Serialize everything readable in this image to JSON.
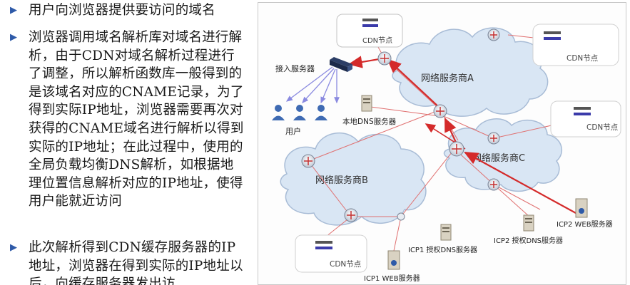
{
  "bullets": [
    "用户向浏览器提供要访问的域名",
    "浏览器调用域名解析库对域名进行解析，由于CDN对域名解析过程进行了调整，所以解析函数库一般得到的是该域名对应的CNAME记录，为了得到实际IP地址，浏览器需要再次对获得的CNAME域名进行解析以得到实际的IP地址；在此过程中，使用的全局负载均衡DNS解析，如根据地理位置信息解析对应的IP地址，使得用户能就近访问",
    "此次解析得到CDN缓存服务器的IP地址，浏览器在得到实际的IP地址以后，向缓存服务器发出访"
  ],
  "diagram": {
    "clouds": {
      "isp_a": "网络服务商A",
      "isp_b": "网络服务商B",
      "isp_c": "网络服务商C"
    },
    "nodes": {
      "cdn_top": "CDN节点",
      "cdn_right_top": "CDN节点",
      "cdn_right_mid": "CDN节点",
      "cdn_bottom": "CDN节点",
      "access_server": "接入服务器",
      "users": "用户",
      "local_dns": "本地DNS服务器",
      "icp1_auth_dns": "ICP1 授权DNS服务器",
      "icp2_auth_dns": "ICP2 授权DNS服务器",
      "icp2_web": "ICP2 WEB服务器",
      "icp1_web": "ICP1 WEB服务器"
    }
  },
  "colors": {
    "bullet_marker": "#2e5aa8",
    "cloud_fill": "#d9e6f4",
    "cloud_stroke": "#a8bcd6",
    "arrow_red": "#d42a2a",
    "line_thin_red": "#e07070",
    "user_blue": "#3f6bb3",
    "user_link": "#8a8ae0"
  }
}
